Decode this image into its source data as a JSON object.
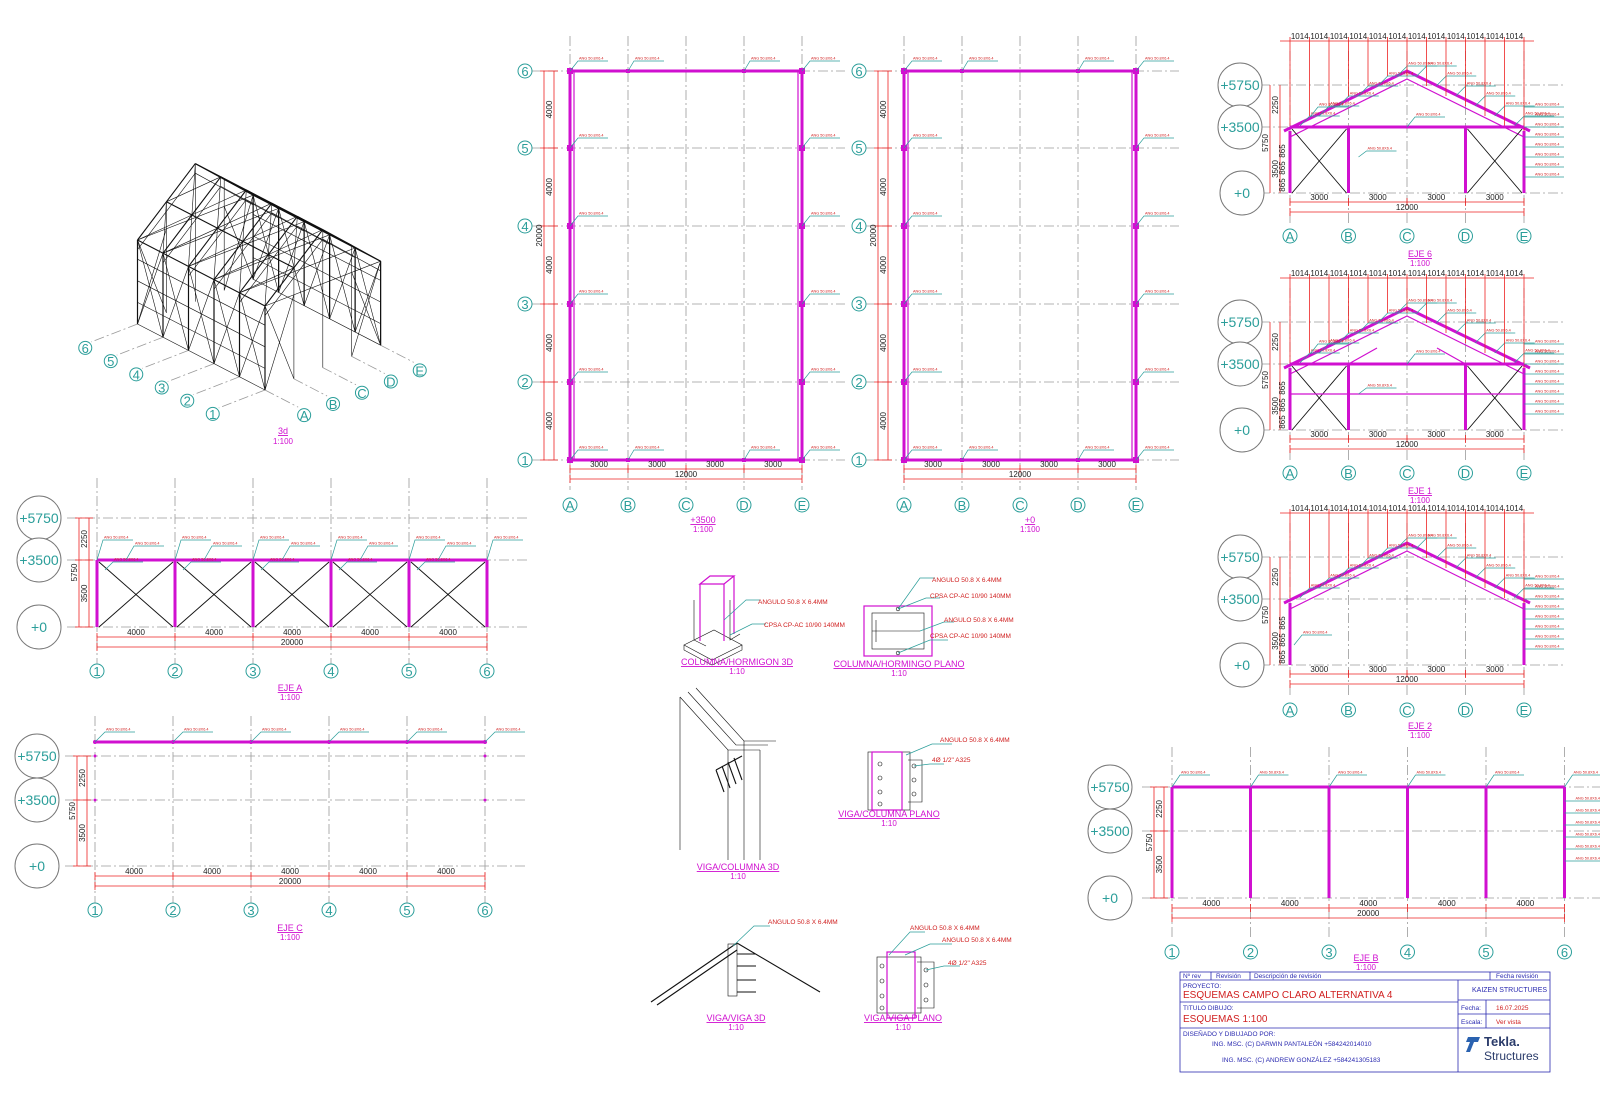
{
  "views": {
    "iso": {
      "title": "3d",
      "scale": "1:100",
      "axes_num": [
        "1",
        "2",
        "3",
        "4",
        "5",
        "6"
      ],
      "axes_let": [
        "A",
        "B",
        "C",
        "D",
        "E"
      ]
    },
    "plan1": {
      "title": "+3500",
      "scale": "1:100"
    },
    "plan2": {
      "title": "+0",
      "scale": "1:100"
    },
    "eje6": {
      "title": "EJE 6",
      "scale": "1:100"
    },
    "eje1": {
      "title": "EJE 1",
      "scale": "1:100"
    },
    "eje2": {
      "title": "EJE 2",
      "scale": "1:100"
    },
    "ejeA": {
      "title": "EJE A",
      "scale": "1:100"
    },
    "ejeC": {
      "title": "EJE C",
      "scale": "1:100"
    },
    "ejeB": {
      "title": "EJE B",
      "scale": "1:100"
    }
  },
  "grid_labels": {
    "numbers": [
      "1",
      "2",
      "3",
      "4",
      "5",
      "6"
    ],
    "letters": [
      "A",
      "B",
      "C",
      "D",
      "E"
    ]
  },
  "levels": {
    "top": "+5750",
    "mid": "+3500",
    "base": "+0"
  },
  "dims": {
    "bay_long": "4000",
    "total_long": "20000",
    "bay_short": "3000",
    "total_short": "12000",
    "roof_step": "1014",
    "h_top": "2250",
    "h_total": "5750",
    "h_col": "3500",
    "h_step": "865"
  },
  "details": {
    "col_base_3d": {
      "title": "COLUMNA/HORMIGON 3D",
      "scale": "1:10",
      "notes": [
        "ANGULO 50.8 X 6.4MM",
        "CPSA CP-AC 10/90 140MM"
      ]
    },
    "col_base_plan": {
      "title": "COLUMNA/HORMINGO PLANO",
      "scale": "1:10",
      "notes": [
        "ANGULO 50.8 X 6.4MM",
        "CPSA CP-AC 10/90 140MM",
        "ANGULO 50.8 X 6.4MM",
        "CPSA CP-AC 10/90 140MM"
      ]
    },
    "beam_col_3d": {
      "title": "VIGA/COLUMNA 3D",
      "scale": "1:10"
    },
    "beam_col_plan": {
      "title": "VIGA/COLUMNA PLANO",
      "scale": "1:10",
      "notes": [
        "ANGULO 50.8 X 6.4MM",
        "4Ø 1/2\" A325"
      ]
    },
    "beam_beam_3d": {
      "title": "VIGA/VIGA 3D",
      "scale": "1:10",
      "notes": [
        "ANGULO 50.8 X 6.4MM"
      ]
    },
    "beam_beam_plan": {
      "title": "VIGA/VIGA PLANO",
      "scale": "1:10",
      "notes": [
        "ANGULO 50.8 X 6.4MM",
        "ANGULO 50.8 X 6.4MM",
        "4Ø 1/2\" A325"
      ]
    }
  },
  "title_block": {
    "headers": [
      "Nº rev",
      "Revisión",
      "Descripción de revisión",
      "Fecha revisión"
    ],
    "project_label": "PROYECTO:",
    "project": "ESQUEMAS CAMPO CLARO ALTERNATIVA 4",
    "company": "KAIZEN STRUCTURES",
    "drawing_label": "TITULO DIBUJO:",
    "drawing": "ESQUEMAS 1:100",
    "date_label": "Fecha:",
    "date": "16.07.2025",
    "scale_label": "Escala:",
    "scale": "Ver vista",
    "designed_label": "DISEÑADO Y DIBUJADO POR:",
    "designer1": "ING. MSC. (C) DARWIN PANTALEÓN +584242014010",
    "designer2": "ING. MSC. (C) ANDREW GONZÁLEZ +584241305183",
    "logo": "Tekla.",
    "logo_sub": "Structures",
    "colors": {
      "steel": "#d010d0",
      "dimension": "#e22222",
      "grid": "#2b9e9a",
      "table": "#2a2ab0"
    }
  }
}
